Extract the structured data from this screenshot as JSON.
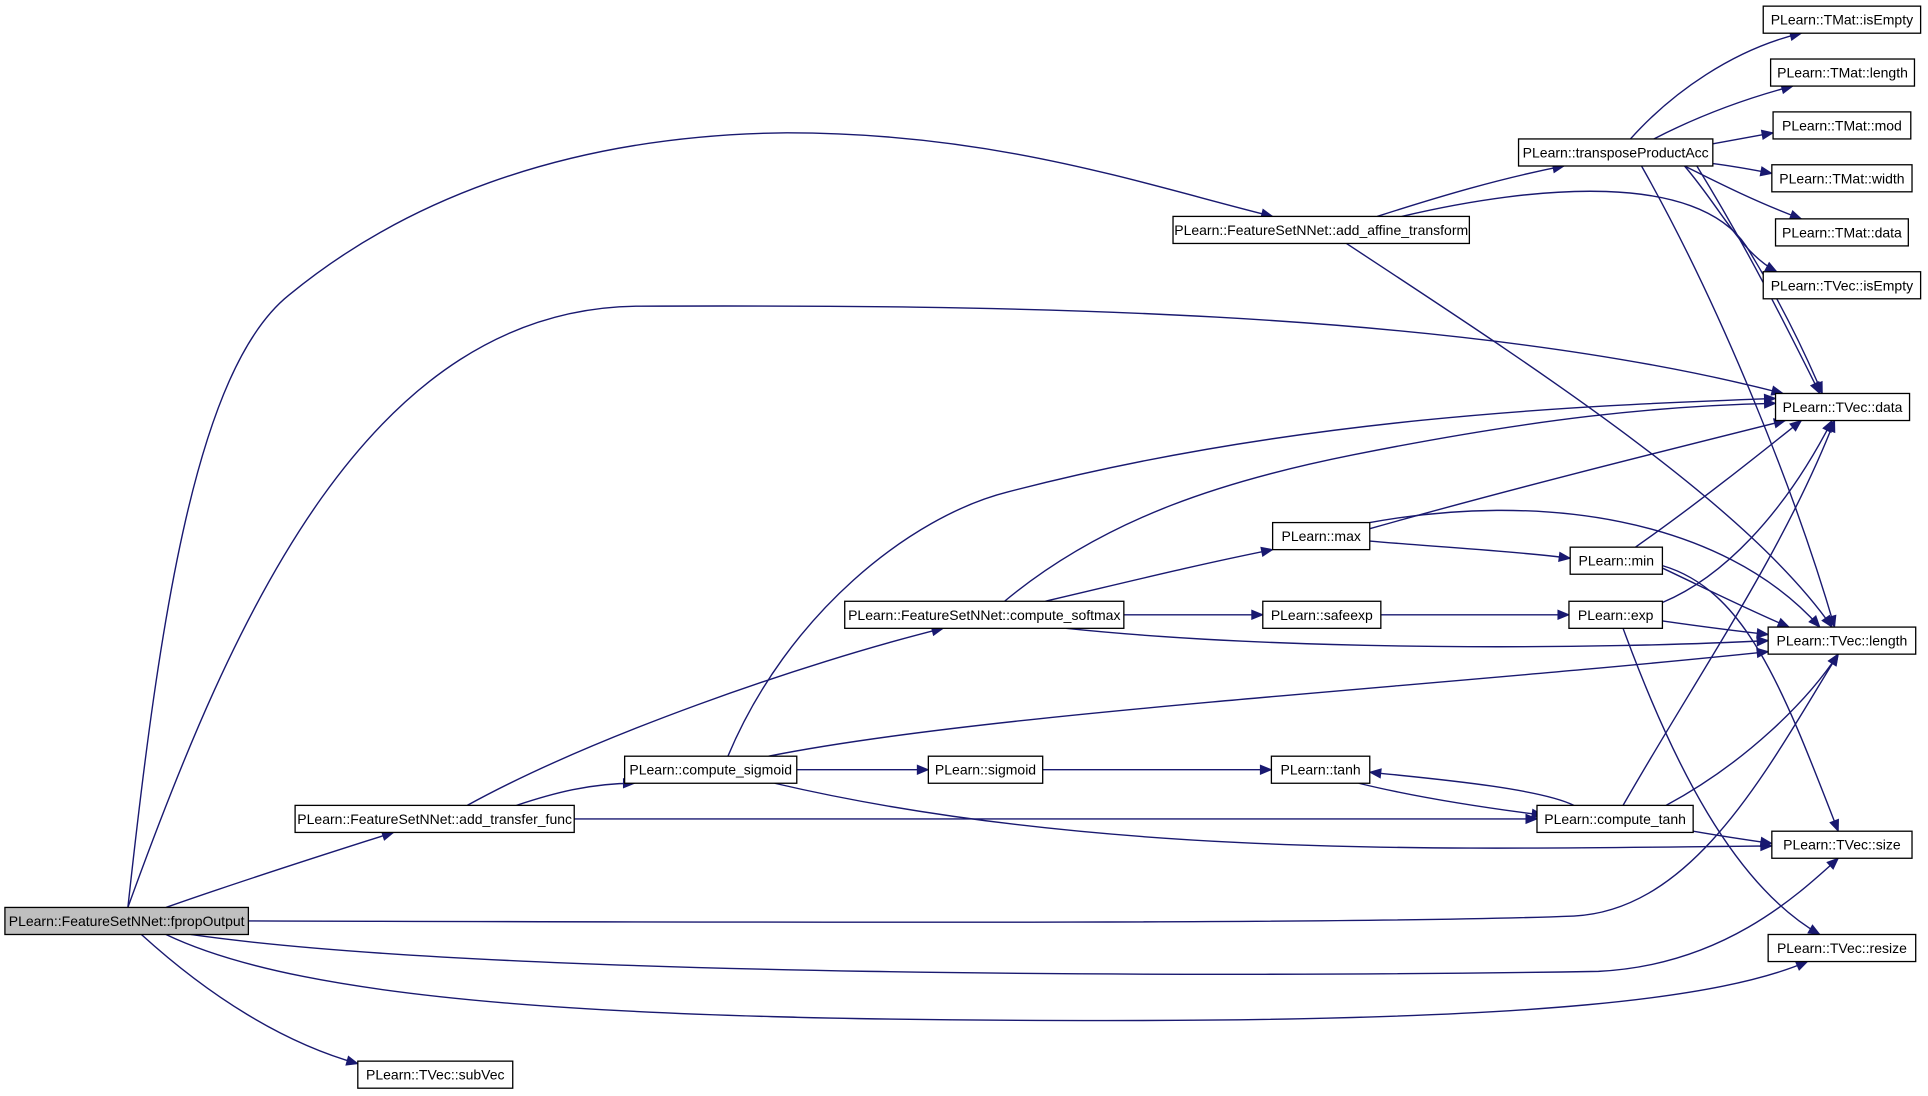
{
  "diagram": {
    "type": "call-graph",
    "colors": {
      "edge": "#191970",
      "node_border": "#000000",
      "node_fill": "#ffffff",
      "root_fill": "#bfbfbf"
    },
    "nodes": [
      {
        "id": "fpropOutput",
        "label": "PLearn::FeatureSetNNet::fpropOutput",
        "root": true
      },
      {
        "id": "add_affine_transform",
        "label": "PLearn::FeatureSetNNet::add_affine_transform"
      },
      {
        "id": "add_transfer_func",
        "label": "PLearn::FeatureSetNNet::add_transfer_func"
      },
      {
        "id": "compute_softmax",
        "label": "PLearn::FeatureSetNNet::compute_softmax"
      },
      {
        "id": "compute_sigmoid",
        "label": "PLearn::compute_sigmoid"
      },
      {
        "id": "sigmoid",
        "label": "PLearn::sigmoid"
      },
      {
        "id": "tanh",
        "label": "PLearn::tanh"
      },
      {
        "id": "compute_tanh",
        "label": "PLearn::compute_tanh"
      },
      {
        "id": "max",
        "label": "PLearn::max"
      },
      {
        "id": "min",
        "label": "PLearn::min"
      },
      {
        "id": "safeexp",
        "label": "PLearn::safeexp"
      },
      {
        "id": "exp",
        "label": "PLearn::exp"
      },
      {
        "id": "transposeProductAcc",
        "label": "PLearn::transposeProductAcc"
      },
      {
        "id": "TMat_isEmpty",
        "label": "PLearn::TMat::isEmpty"
      },
      {
        "id": "TMat_length",
        "label": "PLearn::TMat::length"
      },
      {
        "id": "TMat_mod",
        "label": "PLearn::TMat::mod"
      },
      {
        "id": "TMat_width",
        "label": "PLearn::TMat::width"
      },
      {
        "id": "TMat_data",
        "label": "PLearn::TMat::data"
      },
      {
        "id": "TVec_isEmpty",
        "label": "PLearn::TVec::isEmpty"
      },
      {
        "id": "TVec_data",
        "label": "PLearn::TVec::data"
      },
      {
        "id": "TVec_length",
        "label": "PLearn::TVec::length"
      },
      {
        "id": "TVec_size",
        "label": "PLearn::TVec::size"
      },
      {
        "id": "TVec_resize",
        "label": "PLearn::TVec::resize"
      },
      {
        "id": "TVec_subVec",
        "label": "PLearn::TVec::subVec"
      }
    ],
    "edges": [
      {
        "from": "fpropOutput",
        "to": "add_affine_transform"
      },
      {
        "from": "fpropOutput",
        "to": "TVec_data"
      },
      {
        "from": "fpropOutput",
        "to": "add_transfer_func"
      },
      {
        "from": "fpropOutput",
        "to": "TVec_length"
      },
      {
        "from": "fpropOutput",
        "to": "TVec_size"
      },
      {
        "from": "fpropOutput",
        "to": "TVec_resize"
      },
      {
        "from": "fpropOutput",
        "to": "TVec_subVec"
      },
      {
        "from": "add_affine_transform",
        "to": "transposeProductAcc"
      },
      {
        "from": "add_affine_transform",
        "to": "TVec_data"
      },
      {
        "from": "add_affine_transform",
        "to": "TVec_length"
      },
      {
        "from": "transposeProductAcc",
        "to": "TMat_isEmpty"
      },
      {
        "from": "transposeProductAcc",
        "to": "TMat_length"
      },
      {
        "from": "transposeProductAcc",
        "to": "TMat_mod"
      },
      {
        "from": "transposeProductAcc",
        "to": "TMat_width"
      },
      {
        "from": "transposeProductAcc",
        "to": "TMat_data"
      },
      {
        "from": "transposeProductAcc",
        "to": "TVec_isEmpty"
      },
      {
        "from": "transposeProductAcc",
        "to": "TVec_data"
      },
      {
        "from": "transposeProductAcc",
        "to": "TVec_length"
      },
      {
        "from": "add_transfer_func",
        "to": "compute_softmax"
      },
      {
        "from": "add_transfer_func",
        "to": "compute_sigmoid"
      },
      {
        "from": "add_transfer_func",
        "to": "compute_tanh"
      },
      {
        "from": "compute_softmax",
        "to": "TVec_data"
      },
      {
        "from": "compute_softmax",
        "to": "max"
      },
      {
        "from": "compute_softmax",
        "to": "safeexp"
      },
      {
        "from": "compute_softmax",
        "to": "TVec_length"
      },
      {
        "from": "compute_sigmoid",
        "to": "TVec_data"
      },
      {
        "from": "compute_sigmoid",
        "to": "TVec_length"
      },
      {
        "from": "compute_sigmoid",
        "to": "sigmoid"
      },
      {
        "from": "compute_sigmoid",
        "to": "TVec_size"
      },
      {
        "from": "sigmoid",
        "to": "tanh"
      },
      {
        "from": "tanh",
        "to": "compute_tanh"
      },
      {
        "from": "compute_tanh",
        "to": "tanh"
      },
      {
        "from": "compute_tanh",
        "to": "TVec_data"
      },
      {
        "from": "compute_tanh",
        "to": "TVec_length"
      },
      {
        "from": "compute_tanh",
        "to": "TVec_size"
      },
      {
        "from": "max",
        "to": "TVec_data"
      },
      {
        "from": "max",
        "to": "min"
      },
      {
        "from": "max",
        "to": "TVec_length"
      },
      {
        "from": "min",
        "to": "TVec_data"
      },
      {
        "from": "min",
        "to": "TVec_length"
      },
      {
        "from": "min",
        "to": "TVec_size"
      },
      {
        "from": "safeexp",
        "to": "exp"
      },
      {
        "from": "exp",
        "to": "TVec_data"
      },
      {
        "from": "exp",
        "to": "TVec_length"
      },
      {
        "from": "exp",
        "to": "TVec_resize"
      }
    ]
  }
}
